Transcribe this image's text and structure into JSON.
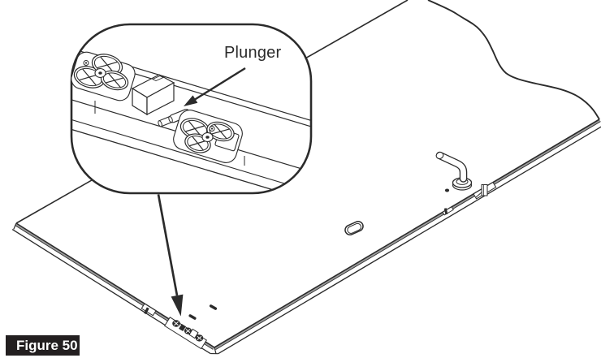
{
  "figure": {
    "badge_label": "Figure 50"
  },
  "callout": {
    "label": "Plunger"
  },
  "colors": {
    "background": "#ffffff",
    "line": "#2b2b2b",
    "rail_gray": "#9c9c9c",
    "badge_background": "#231f20",
    "badge_text": "#ffffff"
  },
  "parts": [
    "panel-top",
    "break-line",
    "front-edge-rail",
    "right-edge-rail",
    "latch-recess",
    "edge-carriage-mechanism",
    "plunger-pin",
    "roller-assembly-left",
    "roller-assembly-right",
    "actuator-block",
    "crank-handle",
    "oval-slot",
    "callout-bubble",
    "leader-arrow",
    "plunger-arrow"
  ]
}
